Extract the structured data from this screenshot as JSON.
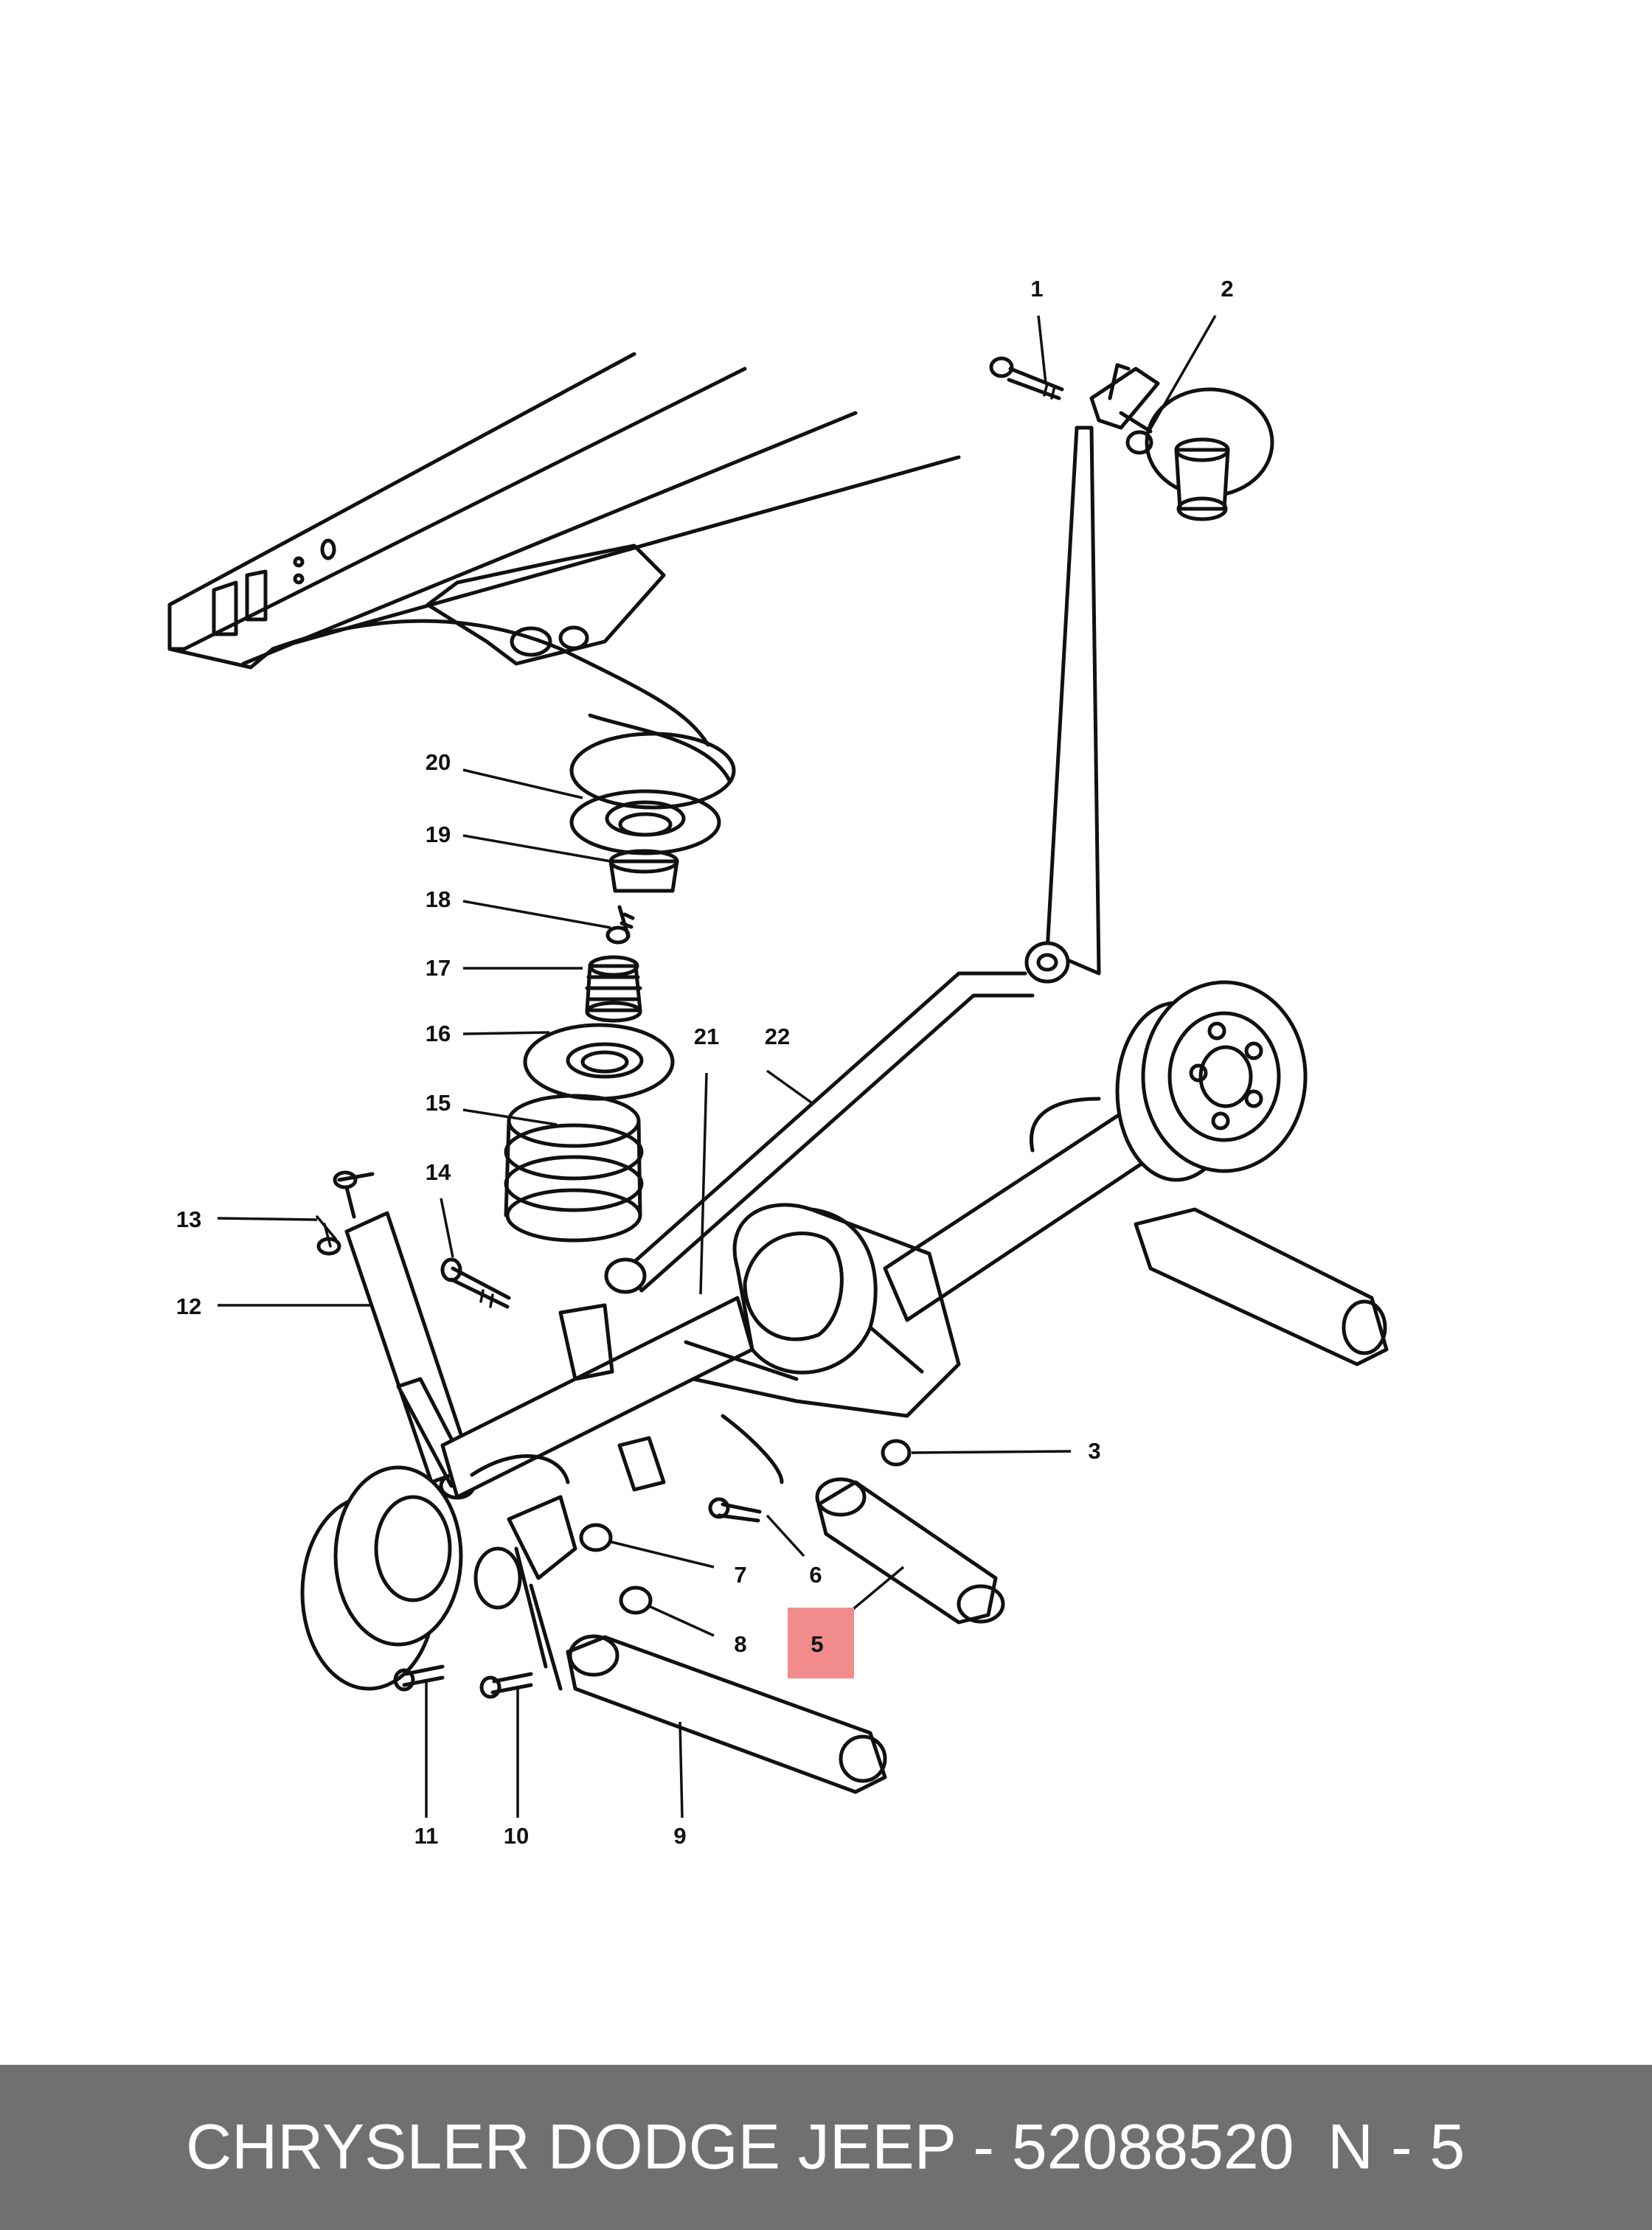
{
  "diagram": {
    "callouts": [
      {
        "label": "1"
      },
      {
        "label": "2"
      },
      {
        "label": "3"
      },
      {
        "label": "5",
        "highlight": true
      },
      {
        "label": "6"
      },
      {
        "label": "7"
      },
      {
        "label": "8"
      },
      {
        "label": "9"
      },
      {
        "label": "10"
      },
      {
        "label": "11"
      },
      {
        "label": "12"
      },
      {
        "label": "13"
      },
      {
        "label": "14"
      },
      {
        "label": "15"
      },
      {
        "label": "16"
      },
      {
        "label": "17"
      },
      {
        "label": "18"
      },
      {
        "label": "19"
      },
      {
        "label": "20"
      },
      {
        "label": "21"
      },
      {
        "label": "22"
      }
    ],
    "highlight_color": "#f28b8b"
  },
  "footer": {
    "brand_part": "CHRYSLER DODGE JEEP - 52088520",
    "reference": "N - 5",
    "background": "#707070"
  }
}
